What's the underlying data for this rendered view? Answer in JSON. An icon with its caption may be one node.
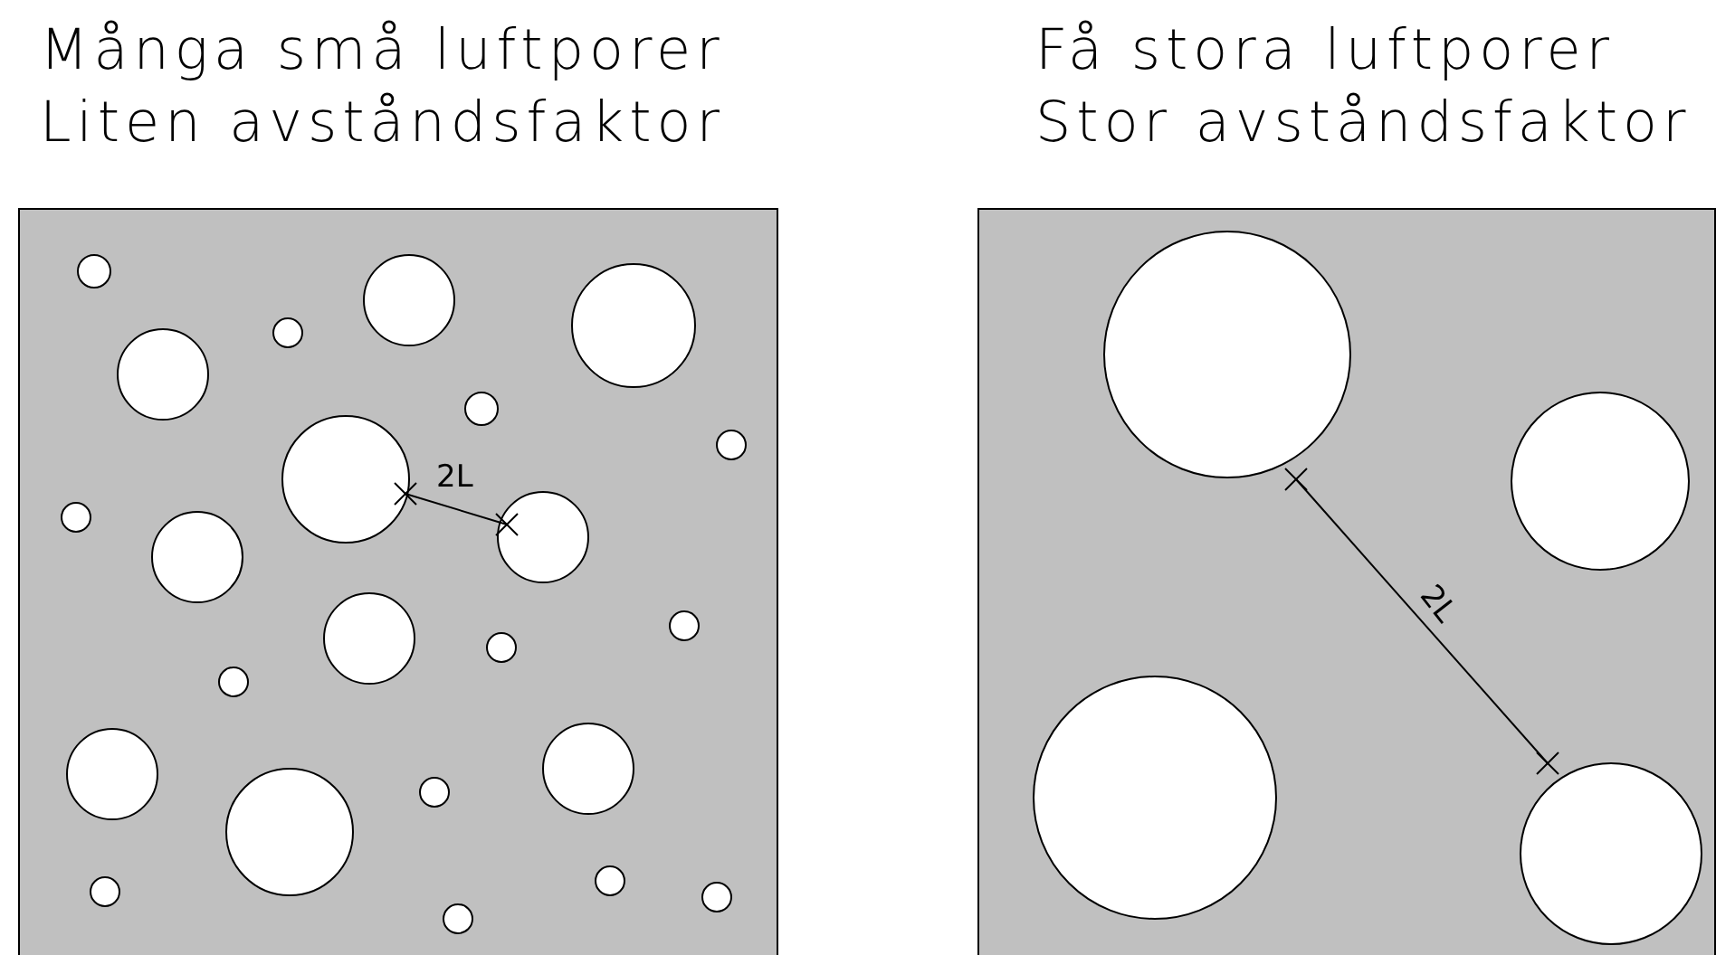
{
  "diagram": {
    "nodes": [
      {
        "text": [
          "Många små luftporer",
          "Liten avståndsfaktor"
        ]
      },
      {
        "text": [
          "Få stora luftporer",
          "Stor avståndsfaktor"
        ]
      }
    ],
    "labels": [
      "2L",
      "2L"
    ]
  }
}
